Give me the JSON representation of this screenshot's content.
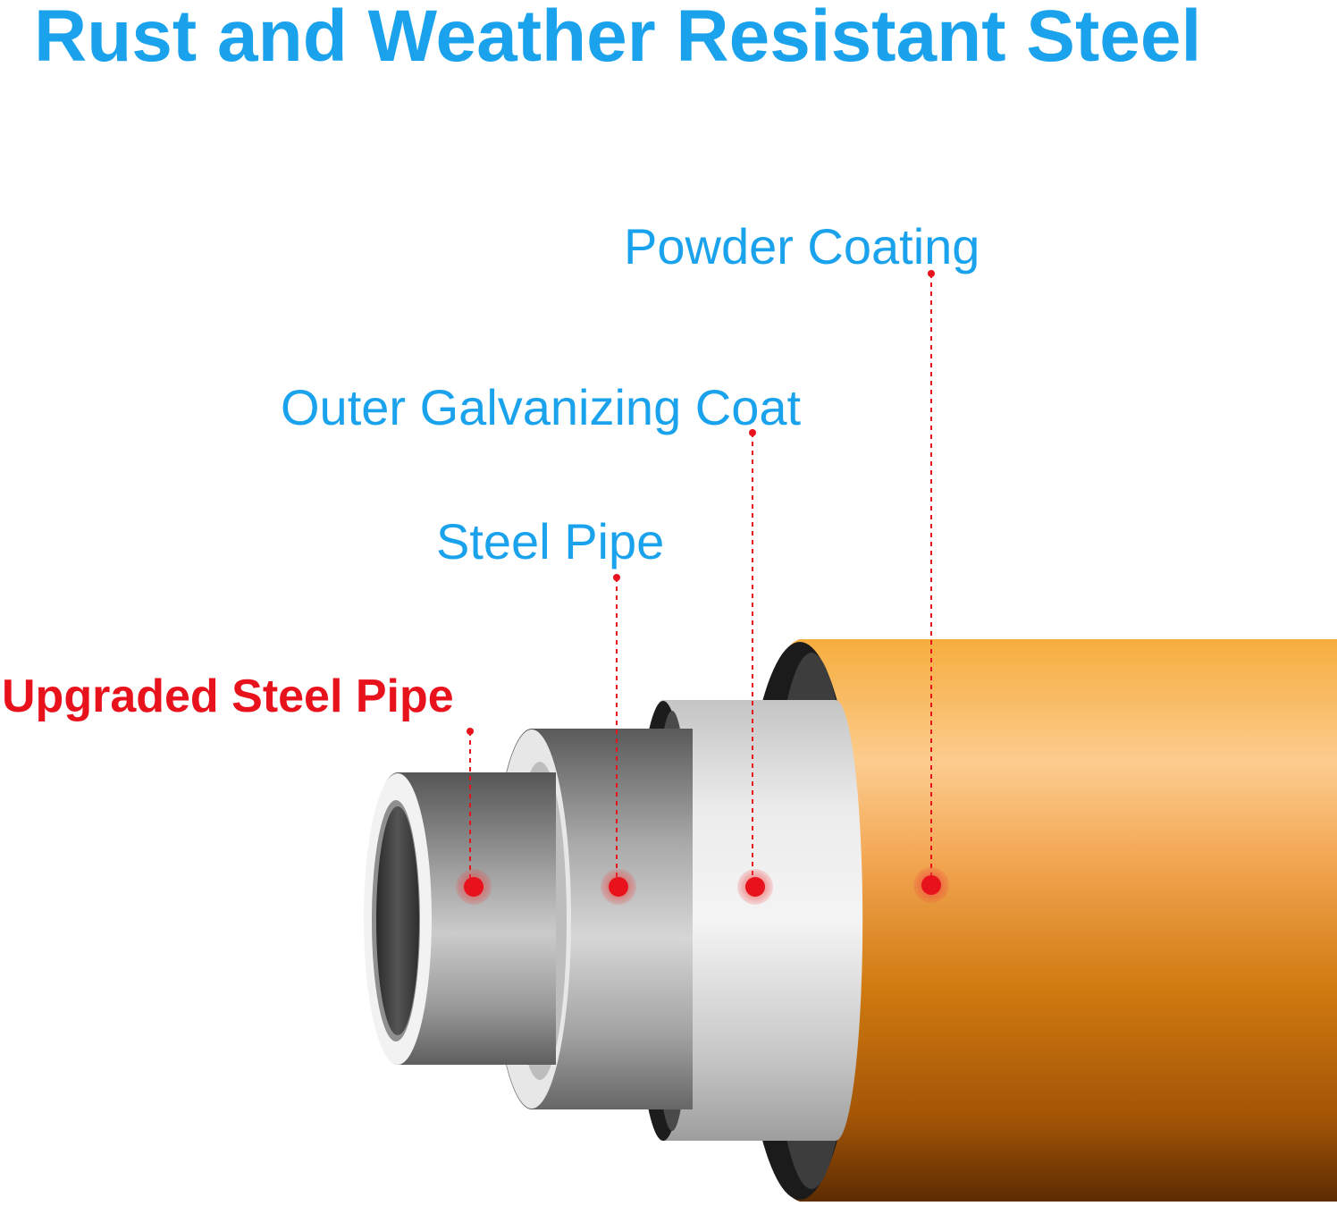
{
  "title": "Rust and Weather Resistant Steel",
  "labels": {
    "powder_coating": "Powder Coating",
    "outer_galvanizing_coat": "Outer Galvanizing Coat",
    "steel_pipe": "Steel Pipe",
    "upgraded_steel_pipe": "Upgraded Steel Pipe"
  },
  "colors": {
    "title_blue": "#1aa3ec",
    "highlight_red": "#e8121c",
    "powder_coat_orange": "#e58a12"
  }
}
